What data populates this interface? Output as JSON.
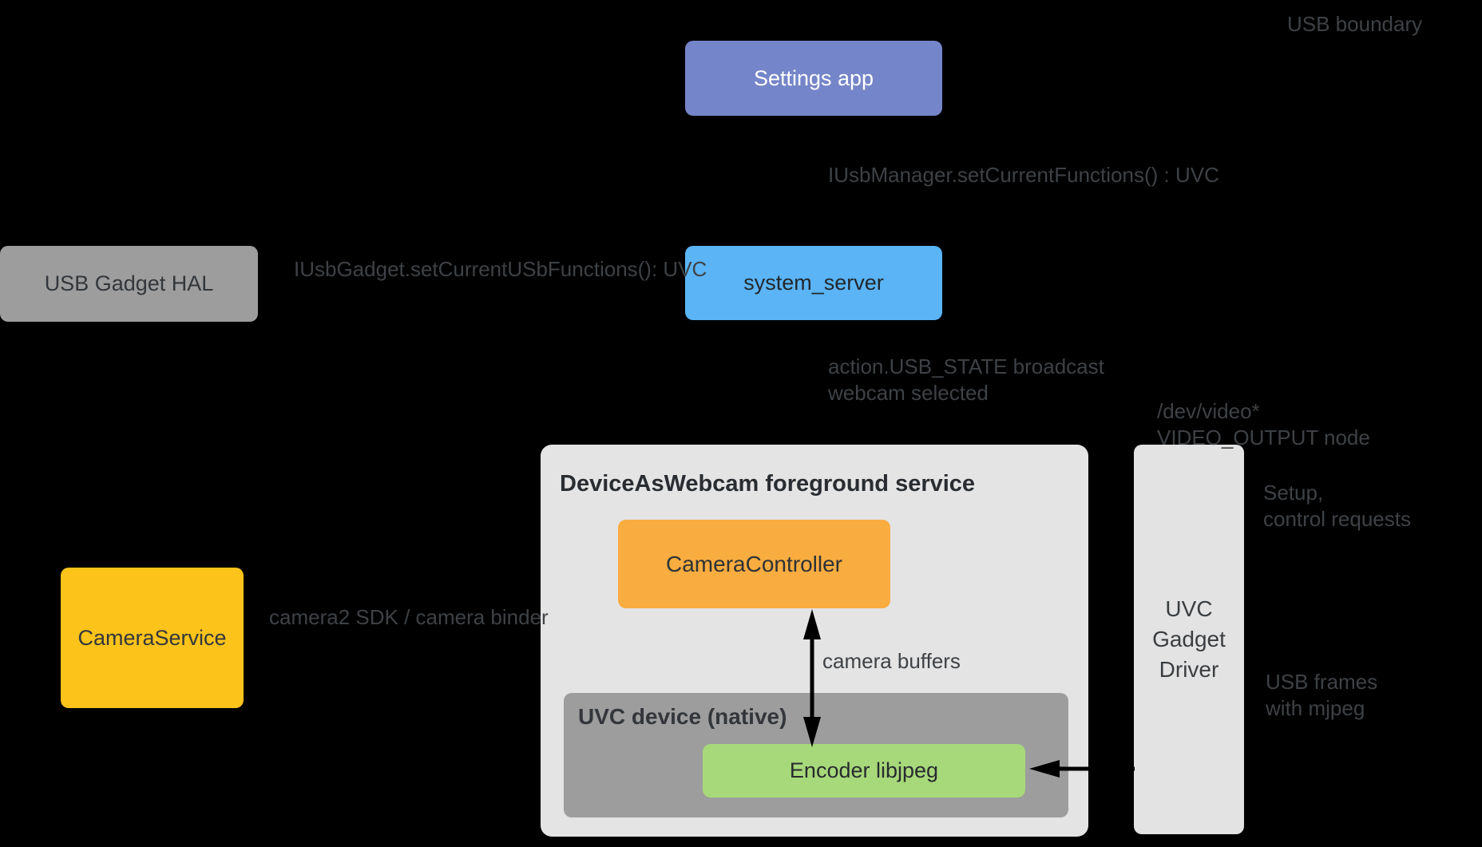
{
  "diagram": {
    "background_color": "#000000",
    "arrow_color": "#000000",
    "annotation_text_color": "#3E4246",
    "nodes": {
      "settings_app": {
        "label": "Settings app",
        "color": "#7585C9",
        "text_color": "#FFFFFF"
      },
      "usb_gadget_hal": {
        "label": "USB Gadget HAL",
        "color": "#9D9D9D",
        "text_color": "#33373B"
      },
      "system_server": {
        "label": "system_server",
        "color": "#5AB4F6",
        "text_color": "#23272B"
      },
      "camera_service": {
        "label": "CameraService",
        "color": "#FCC31B",
        "text_color": "#33373B"
      },
      "daw_container": {
        "label": "DeviceAsWebcam foreground service",
        "color": "#E4E4E4"
      },
      "camera_controller": {
        "label": "CameraController",
        "color": "#F9AC40",
        "text_color": "#2E3236"
      },
      "uvc_device": {
        "label": "UVC device (native)",
        "color": "#9D9D9D"
      },
      "encoder": {
        "label": "Encoder libjpeg",
        "color": "#A7D97A",
        "text_color": "#272B2F"
      },
      "uvc_gadget_driver": {
        "label": "UVC\nGadget\nDriver",
        "color": "#E3E3E3"
      }
    },
    "labels": {
      "usb_boundary": "USB boundary",
      "iusbmanager": "IUsbManager.setCurrentFunctions() : UVC",
      "iusbgadget": "IUsbGadget.setCurrentUSbFunctions(): UVC",
      "usb_state": "action.USB_STATE broadcast\nwebcam selected",
      "dev_video": "/dev/video*\nVIDEO_OUTPUT node",
      "setup_control": "Setup,\ncontrol requests",
      "camera_buffers": "camera buffers",
      "camera2_sdk": "camera2 SDK / camera binder",
      "usb_frames": "USB frames\nwith mjpeg"
    }
  }
}
